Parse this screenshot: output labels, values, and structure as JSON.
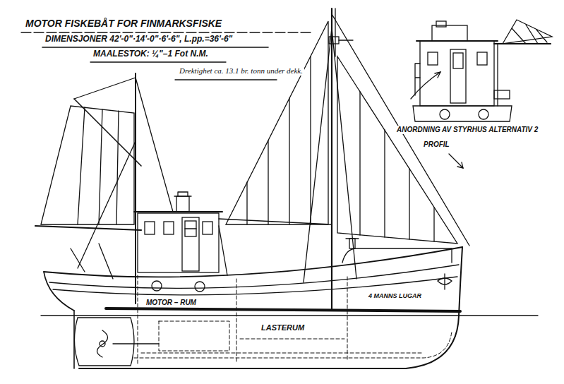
{
  "diagram": {
    "title": "MOTOR FISKEBÅT FOR FINMARKSFISKE",
    "labels": [
      "DIMENSJONER 42'-0\"·14'-0\"·6'-6\", L.pp.=36'-6\"",
      "MAALESTOK: ¼\"–1 Fot N.M.",
      "Drektighet ca. 13.1 br. tonn under dekk.",
      "ANORDNING AV STYRHUS ALTERNATIV 2",
      "PROFIL",
      "MOTOR – RUM",
      "4 MANNS LUGAR",
      "LASTERUM"
    ]
  }
}
